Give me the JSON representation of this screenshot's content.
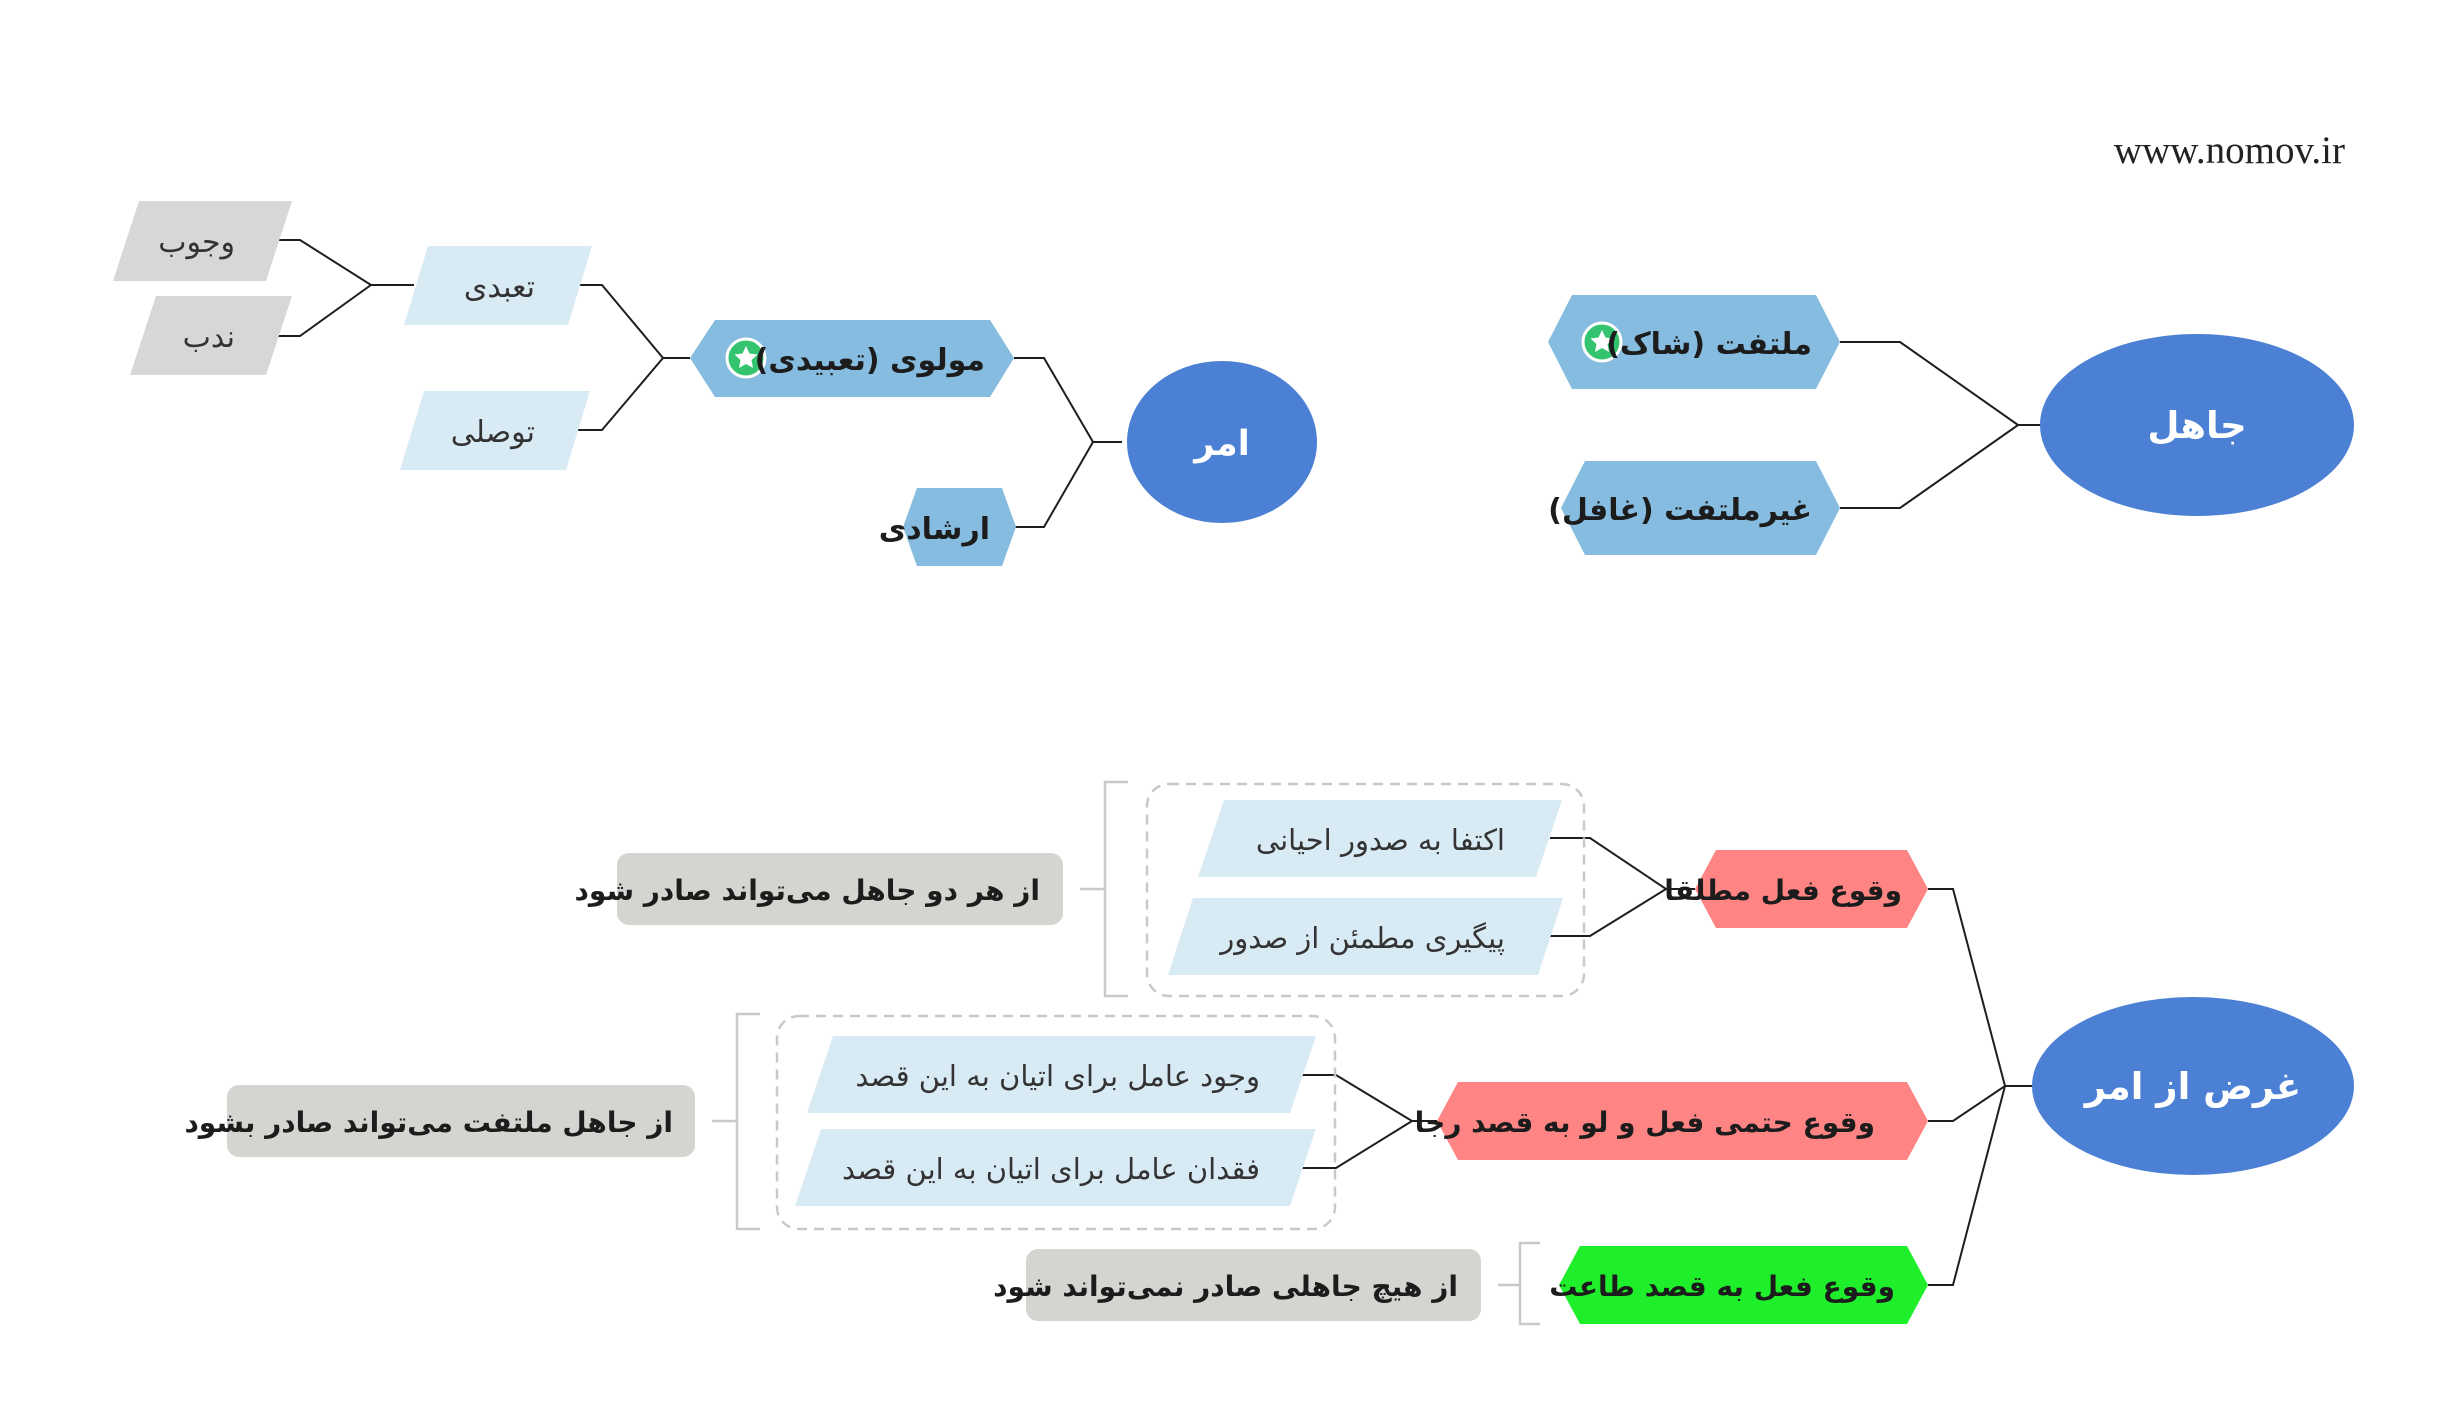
{
  "site_url": "www.nomov.ir",
  "colors": {
    "root": "#4b80d4",
    "blue_hex": "#86bcdf",
    "light_para": "#d8eaf4",
    "grey_para": "#d7d8d5",
    "grey_note": "#d4d4d0",
    "red": "#ff8585",
    "green": "#1fee2b",
    "star": "#34c470",
    "line": "#1e1e1e"
  },
  "amr": {
    "root": "امر",
    "mawlawi": "مولوی (تعبیدی)",
    "irshadi": "ارشادی",
    "taabbodi": "تعبدی",
    "tawassoli": "توصلی",
    "wojub": "وجوب",
    "nadb": "ندب"
  },
  "jahil": {
    "root": "جاهل",
    "moltafet": "ملتفت (شاک)",
    "ghayr_moltafet": "غیرملتفت (غافل)"
  },
  "gharaz": {
    "root": "غرض از امر",
    "b1": {
      "label": "وقوع فعل مطلقا",
      "c1": "اکتفا به صدور احیانی",
      "c2": "پیگیری مطمئن از صدور",
      "note": "از هر دو جاهل می‌تواند صادر شود"
    },
    "b2": {
      "label": "وقوع حتمی فعل و لو به قصد رجا",
      "c1": "وجود عامل برای اتیان به این قصد",
      "c2": "فقدان عامل برای اتیان به این قصد",
      "note": "از جاهل ملتفت می‌تواند صادر بشود"
    },
    "b3": {
      "label": "وقوع فعل به قصد طاعت",
      "note": "از هیچ جاهلی صادر نمی‌تواند شود"
    }
  }
}
